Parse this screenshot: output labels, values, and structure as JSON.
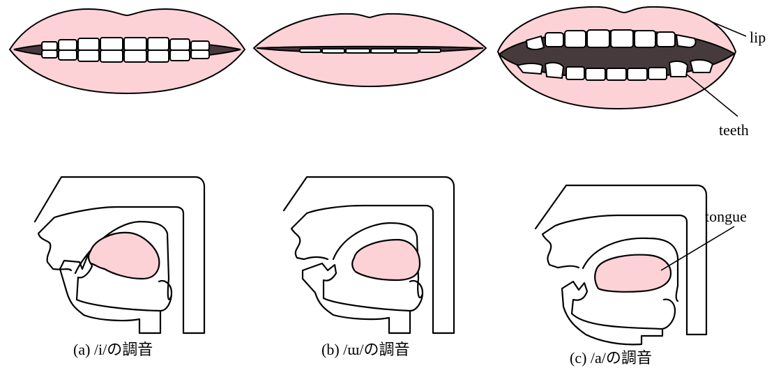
{
  "colors": {
    "lip": "#fcd2d6",
    "tongue": "#fcd2d6",
    "mouth_cavity": "#473a3d",
    "outline": "#000000"
  },
  "labels": {
    "lip": "lip",
    "teeth": "teeth",
    "tongue": "tongue"
  },
  "panels": [
    {
      "id": "a",
      "caption": "(a) /i/の調音"
    },
    {
      "id": "b",
      "caption": "(b) /ɯ/の調音"
    },
    {
      "id": "c",
      "caption": "(c) /a/の調音"
    }
  ]
}
